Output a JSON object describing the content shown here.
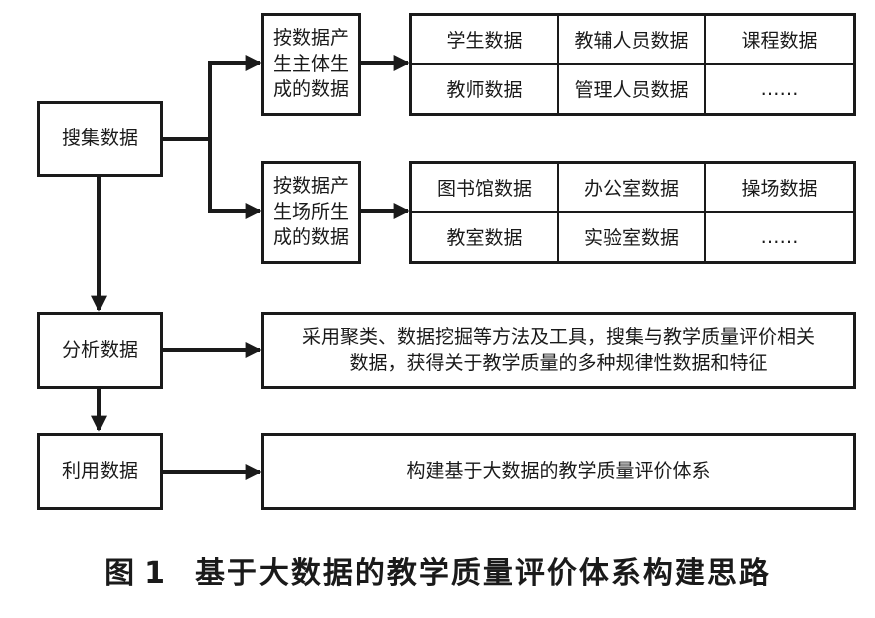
{
  "nodes": {
    "collect": "搜集数据",
    "analyze": "分析数据",
    "utilize": "利用数据",
    "by_subject": "按数据产生主体生成的数据",
    "by_place": "按数据产生场所生成的数据"
  },
  "subject_grid": [
    "学生数据",
    "教辅人员数据",
    "课程数据",
    "教师数据",
    "管理人员数据",
    "……"
  ],
  "place_grid": [
    "图书馆数据",
    "办公室数据",
    "操场数据",
    "教室数据",
    "实验室数据",
    "……"
  ],
  "analyze_desc": "采用聚类、数据挖掘等方法及工具，搜集与教学质量评价相关数据，获得关于教学质量的多种规律性数据和特征",
  "utilize_desc": "构建基于大数据的教学质量评价体系",
  "caption": {
    "label": "图",
    "number": "1",
    "title": "基于大数据的教学质量评价体系构建思路"
  }
}
